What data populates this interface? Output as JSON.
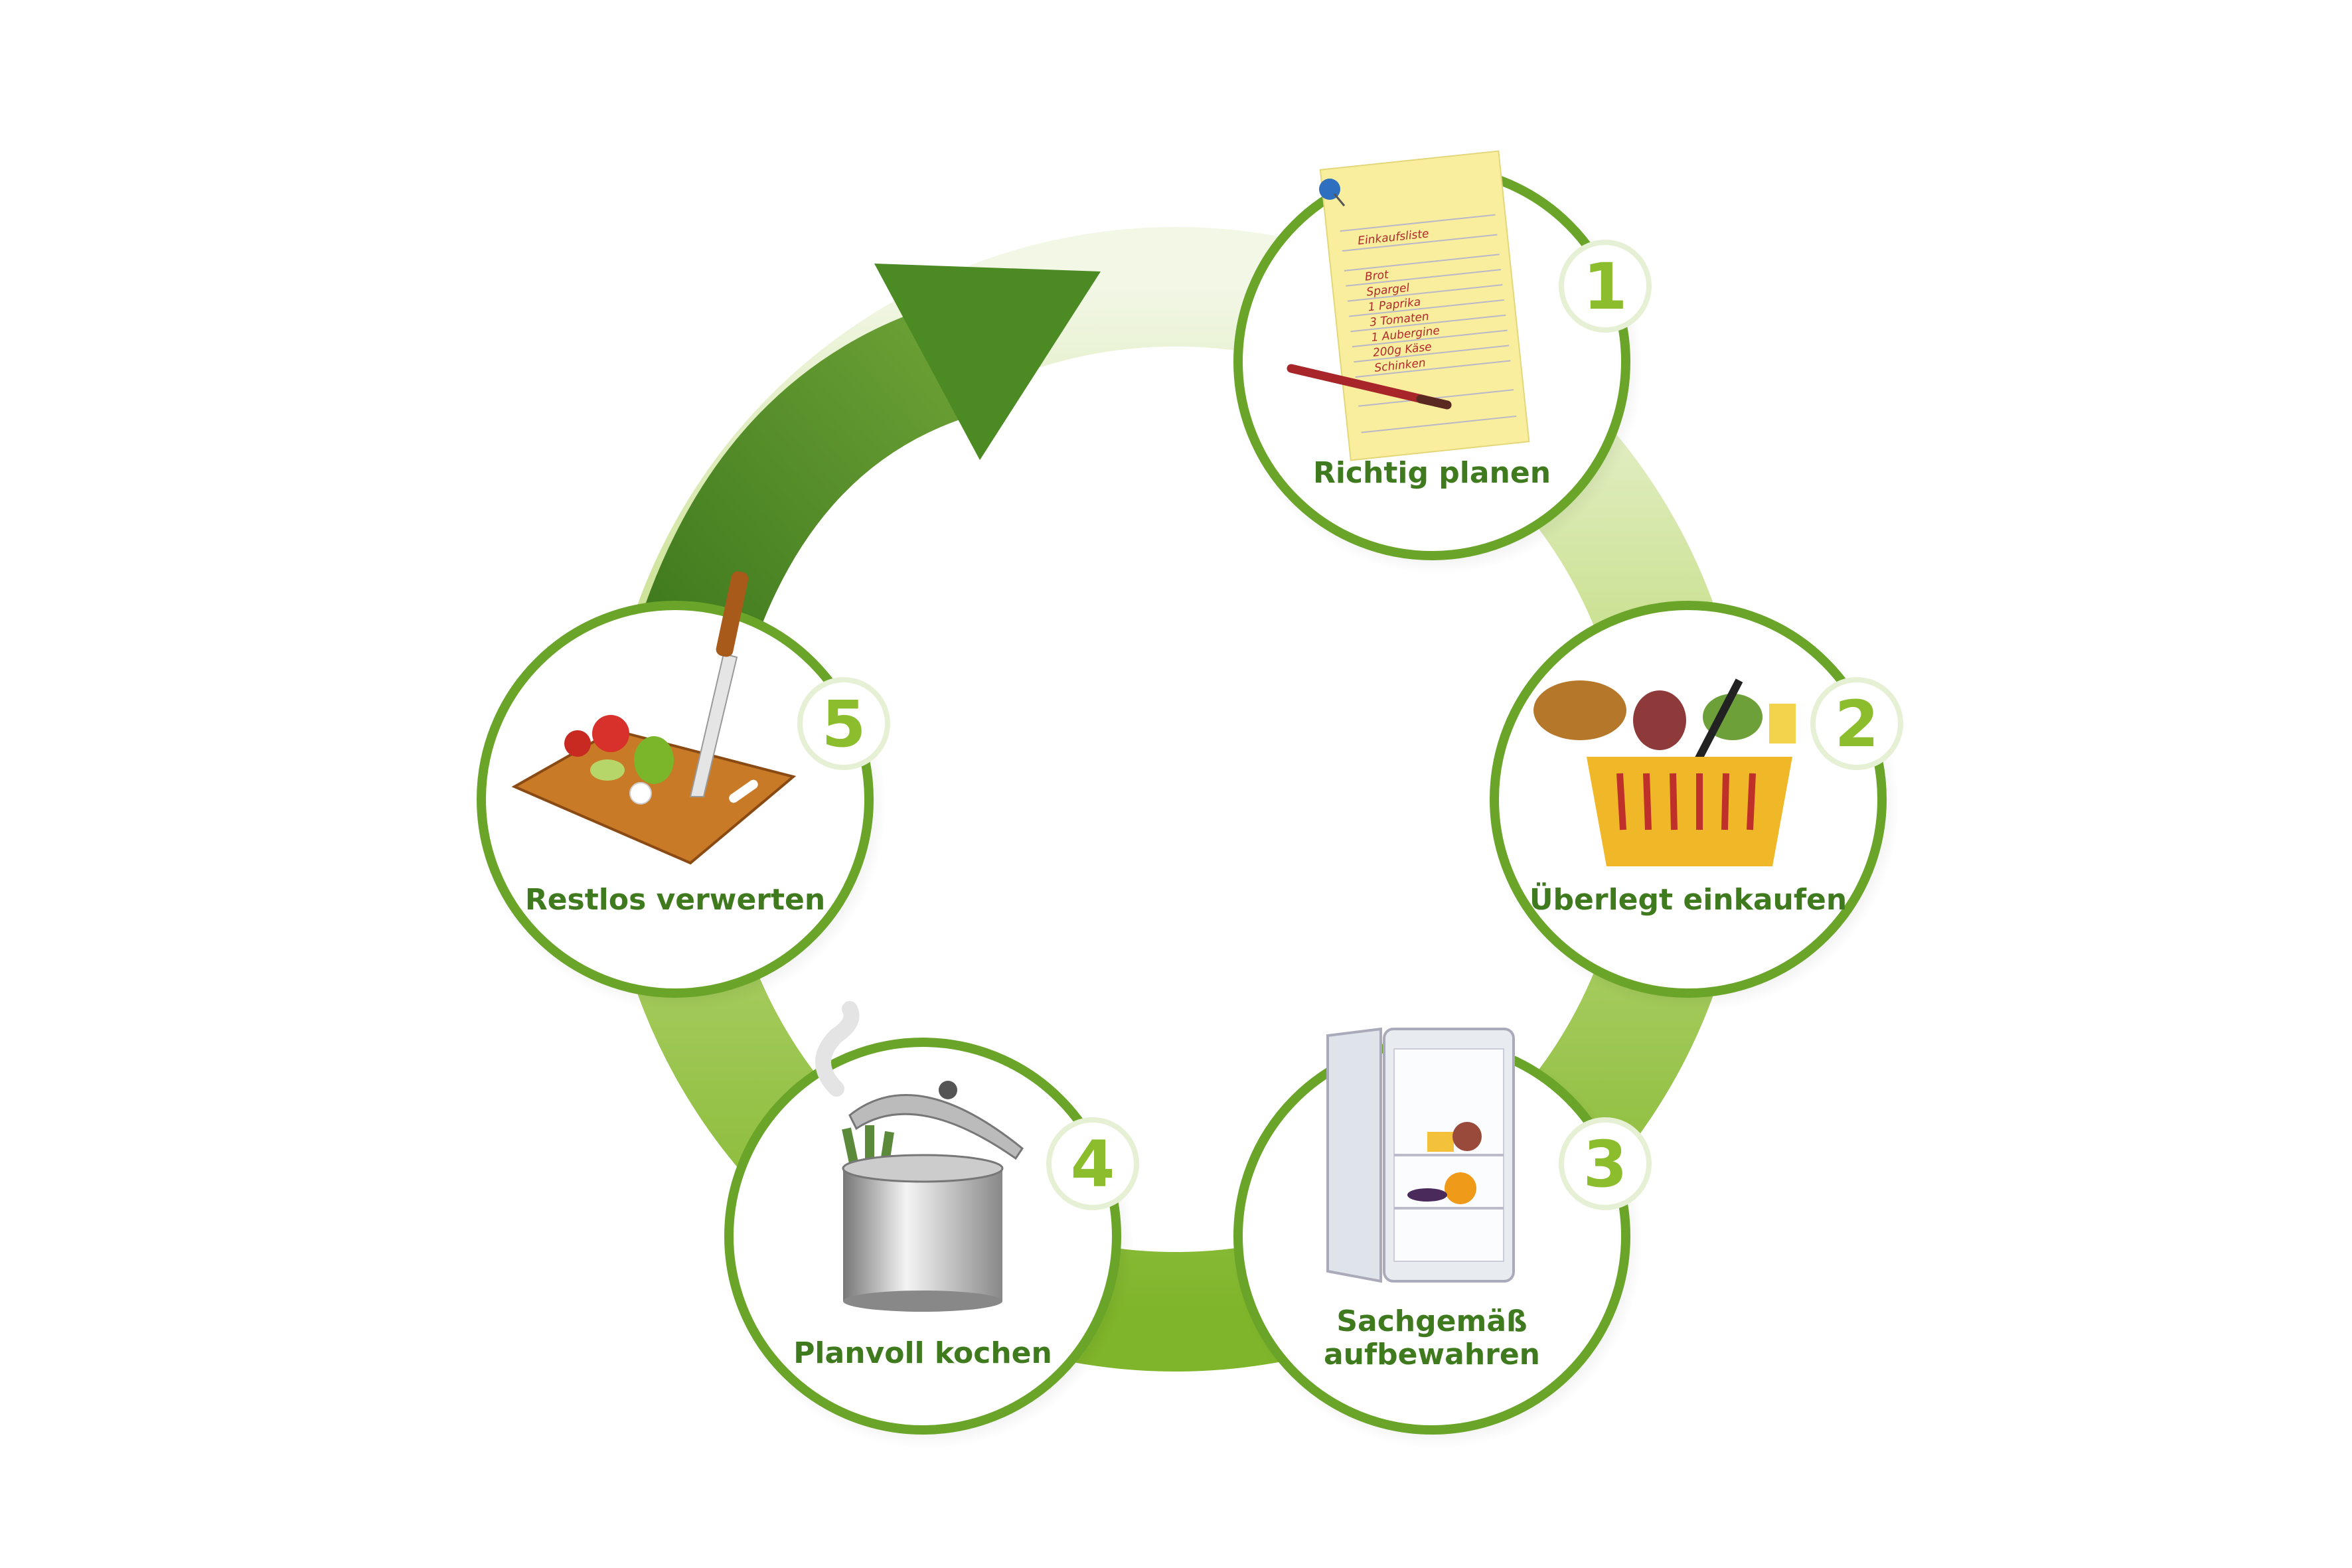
{
  "diagram": {
    "colors": {
      "dark_green": "#3f7a1e",
      "light_green": "#8cbd2c",
      "pale_green": "#cfe3a0"
    },
    "steps": [
      {
        "number": "1",
        "label": "Richtig planen",
        "icon": "shopping-list-icon"
      },
      {
        "number": "2",
        "label": "Überlegt einkaufen",
        "icon": "shopping-basket-icon"
      },
      {
        "number": "3",
        "label_line1": "Sachgemäß",
        "label_line2": "aufbewahren",
        "icon": "fridge-icon"
      },
      {
        "number": "4",
        "label": "Planvoll kochen",
        "icon": "cooking-pot-icon"
      },
      {
        "number": "5",
        "label": "Restlos verwerten",
        "icon": "cutting-board-icon"
      }
    ],
    "shopping_list": {
      "title": "Einkaufsliste",
      "items": [
        "Brot",
        "Spargel",
        "1 Paprika",
        "3 Tomaten",
        "1 Aubergine",
        "200g Käse",
        "Schinken"
      ]
    }
  }
}
